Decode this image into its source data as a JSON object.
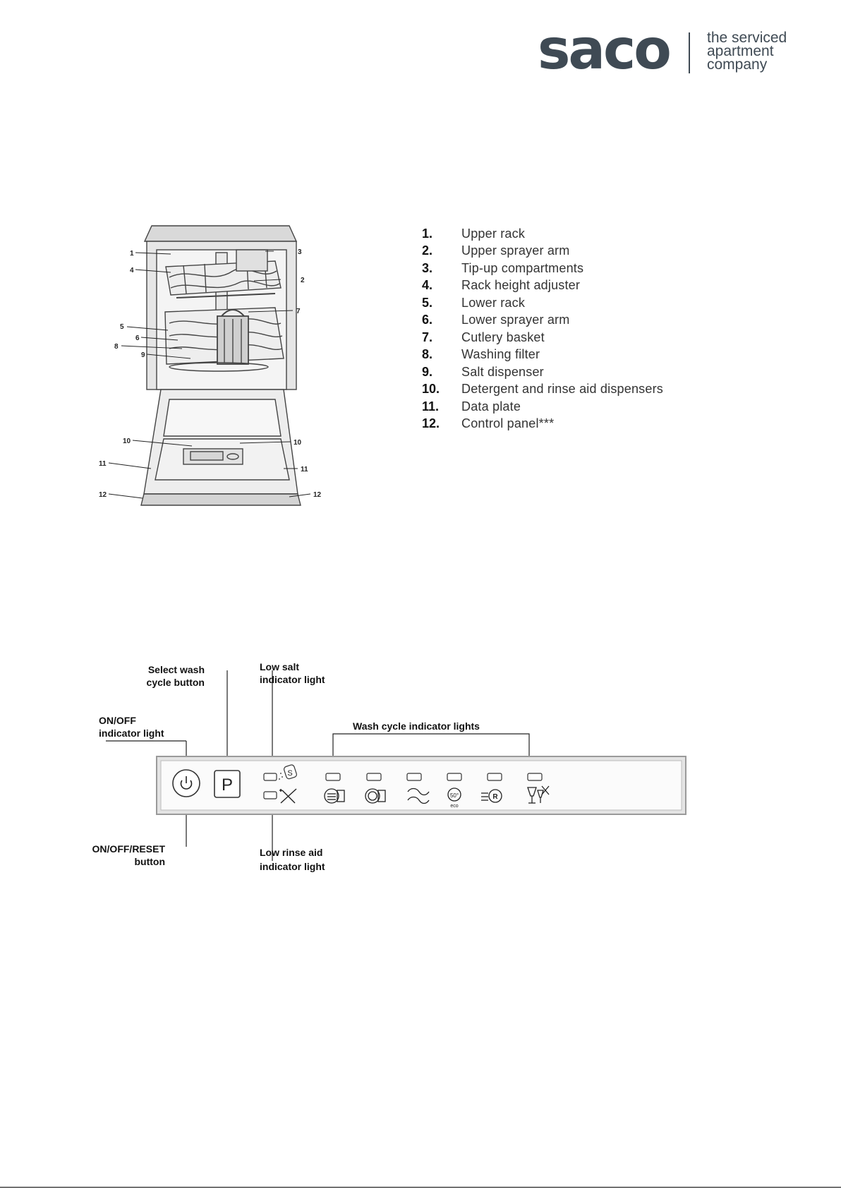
{
  "logo": {
    "word": "saco",
    "tagline": [
      "the serviced",
      "apartment",
      "company"
    ]
  },
  "diagram": {
    "labels": [
      "1",
      "2",
      "3",
      "4",
      "5",
      "6",
      "7",
      "8",
      "9",
      "10",
      "10",
      "11",
      "11",
      "12",
      "12"
    ]
  },
  "parts": [
    {
      "num": "1.",
      "text": "Upper rack"
    },
    {
      "num": "2.",
      "text": "Upper sprayer arm"
    },
    {
      "num": "3.",
      "text": "Tip-up compartments"
    },
    {
      "num": "4.",
      "text": "Rack height adjuster"
    },
    {
      "num": "5.",
      "text": "Lower rack"
    },
    {
      "num": "6.",
      "text": "Lower sprayer arm"
    },
    {
      "num": "7.",
      "text": "Cutlery basket"
    },
    {
      "num": "8.",
      "text": "Washing filter"
    },
    {
      "num": "9.",
      "text": "Salt dispenser"
    },
    {
      "num": "10.",
      "text": "Detergent and rinse aid dispensers"
    },
    {
      "num": "11.",
      "text": "Data plate"
    },
    {
      "num": "12.",
      "text": "Control panel***"
    }
  ],
  "control_panel": {
    "select_wash": [
      "Select wash",
      "cycle button"
    ],
    "low_salt": [
      "Low salt",
      "indicator light"
    ],
    "onoff_indicator": [
      "ON/OFF",
      "indicator light"
    ],
    "wash_cycle_lights": "Wash cycle indicator lights",
    "onoff_reset": [
      "ON/OFF/RESET",
      "button"
    ],
    "low_rinse": [
      "Low rinse aid",
      "indicator light"
    ],
    "p_button": "P",
    "salt_symbol": "S",
    "eco_temp": "50°",
    "eco_word": "eco",
    "rapid_letter": "R"
  }
}
